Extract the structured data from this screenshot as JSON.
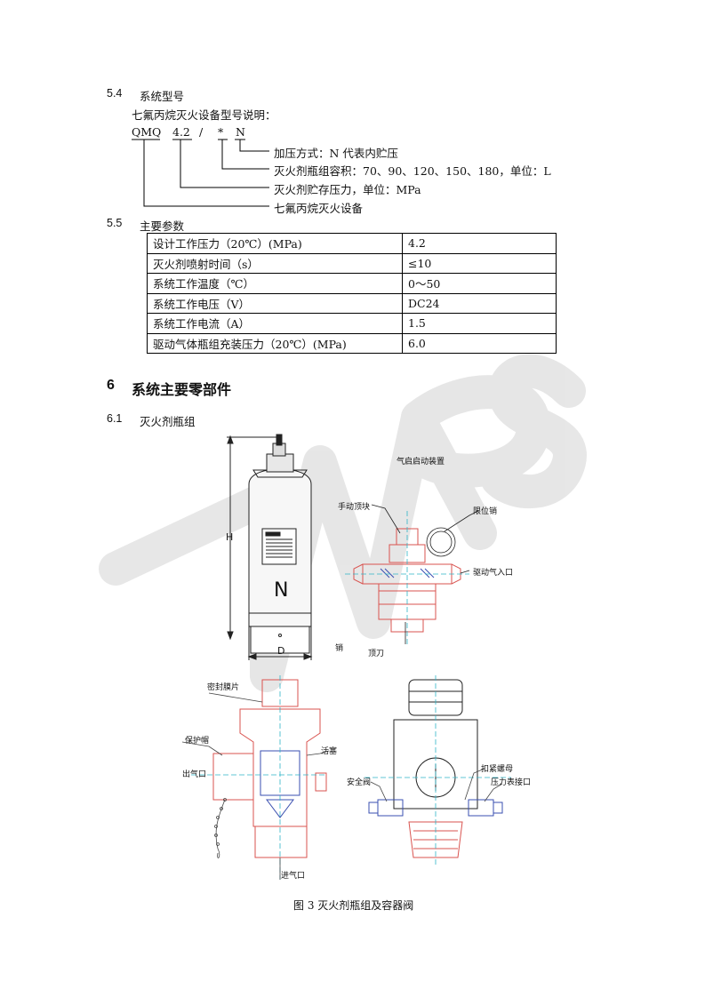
{
  "section_5_4": {
    "number": "5.4",
    "title": "系统型号",
    "intro": "七氟丙烷灭火设备型号说明：",
    "code": {
      "p1": "QMQ",
      "p2": "4.2",
      "slash": "/",
      "p3": "*",
      "p4": "N"
    },
    "annotations": [
      "加压方式：N 代表内贮压",
      "灭火剂瓶组容积：70、90、120、150、180，单位：L",
      "灭火剂贮存压力，单位：MPa",
      "七氟丙烷灭火设备"
    ]
  },
  "section_5_5": {
    "number": "5.5",
    "title": "主要参数",
    "rows": [
      {
        "param": "设计工作压力（20℃）(MPa)",
        "value": "4.2"
      },
      {
        "param": "灭火剂喷射时间（s）",
        "value": "≤10"
      },
      {
        "param": "系统工作温度（℃）",
        "value": "0～50"
      },
      {
        "param": "系统工作电压（V）",
        "value": "DC24"
      },
      {
        "param": "系统工作电流（A）",
        "value": "1.5"
      },
      {
        "param": "驱动气体瓶组充装压力（20℃）(MPa)",
        "value": "6.0"
      }
    ]
  },
  "section_6": {
    "number": "6",
    "title": "系统主要零部件"
  },
  "section_6_1": {
    "number": "6.1",
    "title": "灭火剂瓶组"
  },
  "figure": {
    "caption": "图 3  灭火剂瓶组及容器阀",
    "cylinder": {
      "dim_h": "H",
      "dim_d": "D",
      "letter": "N"
    },
    "starter": {
      "title": "气启启动装置",
      "labels": [
        "手动顶块",
        "限位销",
        "驱动气入口",
        "销",
        "顶刀"
      ]
    },
    "valve_section": {
      "labels": [
        "密封膜片",
        "保护帽",
        "活塞",
        "出气口",
        "进气口"
      ]
    },
    "valve_side": {
      "labels": [
        "扣紧螺母",
        "安全阀",
        "压力表接口"
      ]
    }
  },
  "colors": {
    "drawing_red": "#d9534f",
    "drawing_blue": "#3a4fb0",
    "drawing_cyan": "#2fb5c8",
    "watermark": "#e3e3e3"
  }
}
